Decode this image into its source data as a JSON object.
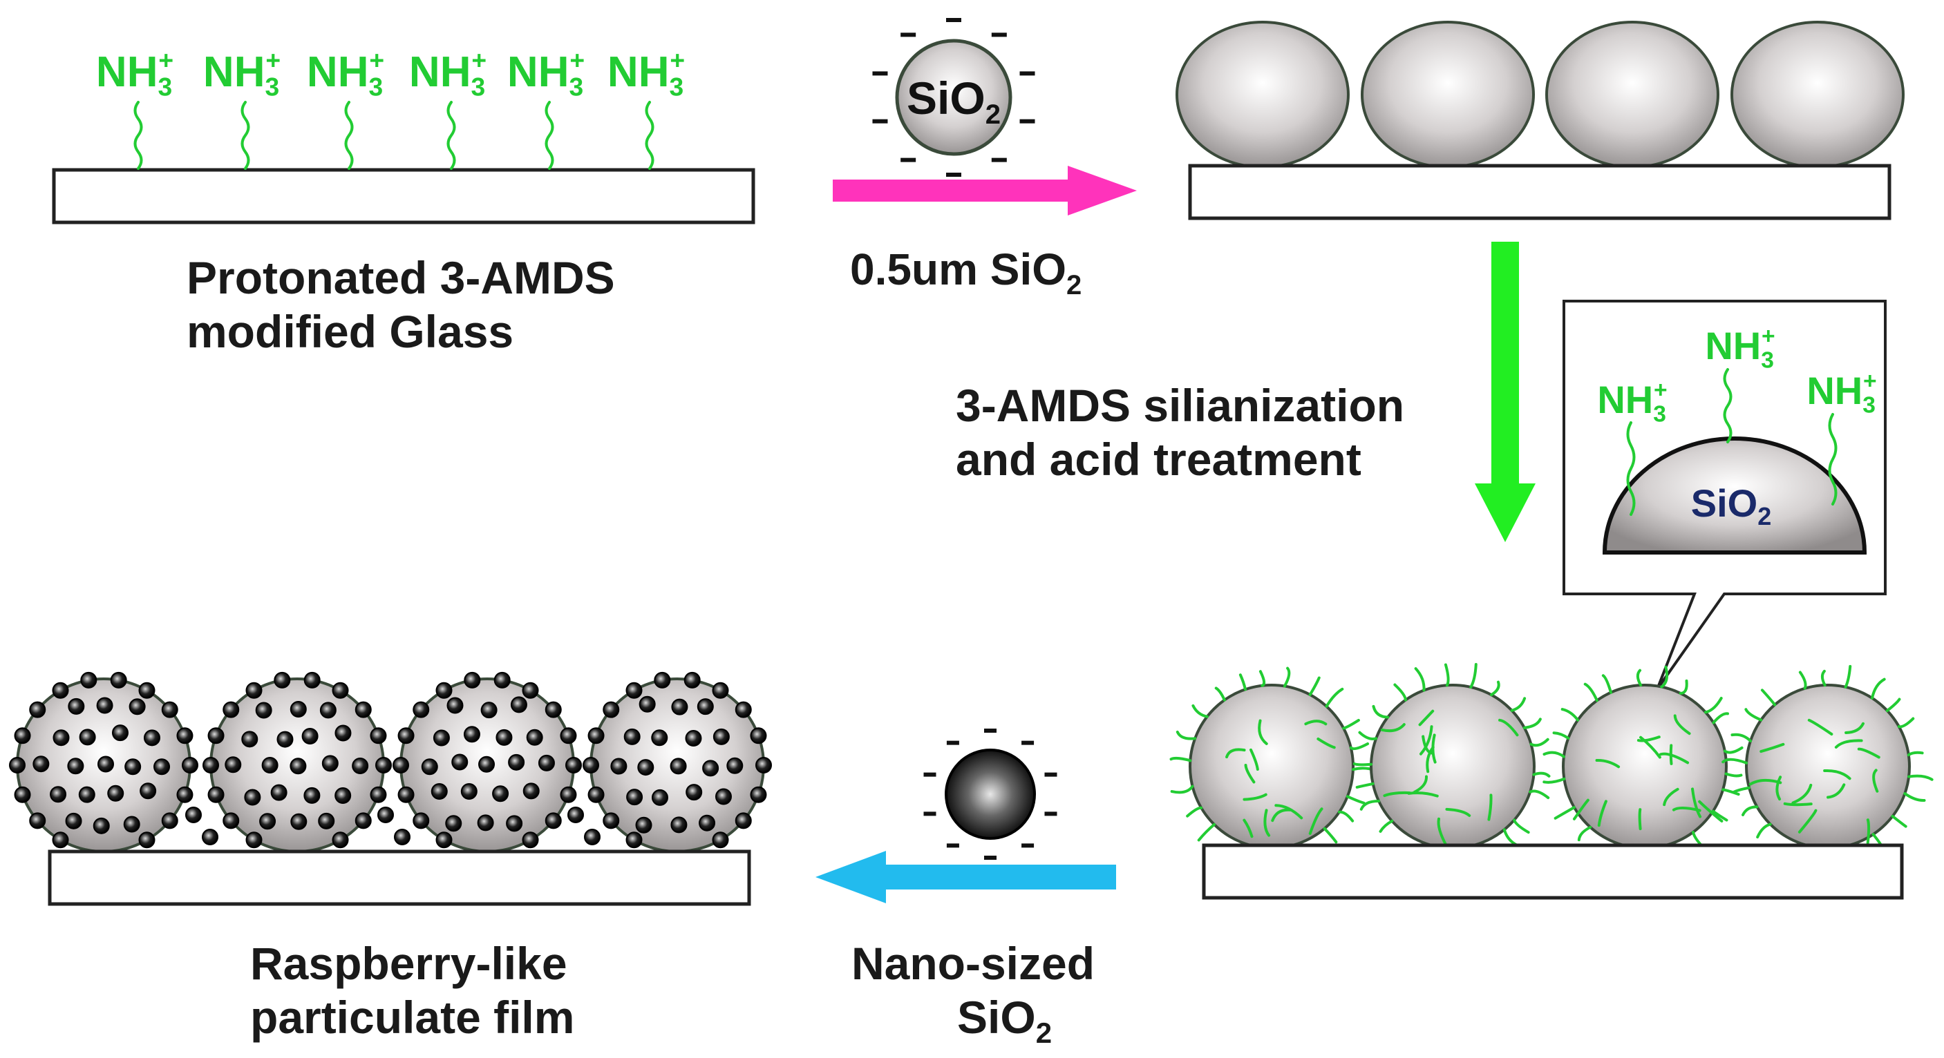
{
  "step1": {
    "line1": "Protonated 3-AMDS",
    "line2": "modified  Glass",
    "groups": [
      "NH3+",
      "NH3+",
      "NH3+",
      "NH3+",
      "NH3+",
      "NH3+"
    ]
  },
  "arrow1": {
    "label": "0.5um  SiO",
    "label_sub": "2",
    "particle_label": "SiO",
    "particle_sub": "2"
  },
  "arrow2": {
    "line1": "3-AMDS silianization",
    "line2": "and acid treatment"
  },
  "inset": {
    "particle_label": "SiO",
    "particle_sub": "2",
    "groups": [
      "NH3+",
      "NH3+",
      "NH3+"
    ]
  },
  "arrow3": {
    "line1": "Nano-sized",
    "line2": "SiO",
    "line2_sub": "2"
  },
  "result": {
    "line1": "Raspberry-like",
    "line2": "particulate film"
  },
  "colors": {
    "magenta_arrow": "#ff33bb",
    "green_arrow": "#22ee22",
    "cyan_arrow": "#22bbee",
    "amine": "#22cc33",
    "particle_outline": "#3a4a3a"
  }
}
